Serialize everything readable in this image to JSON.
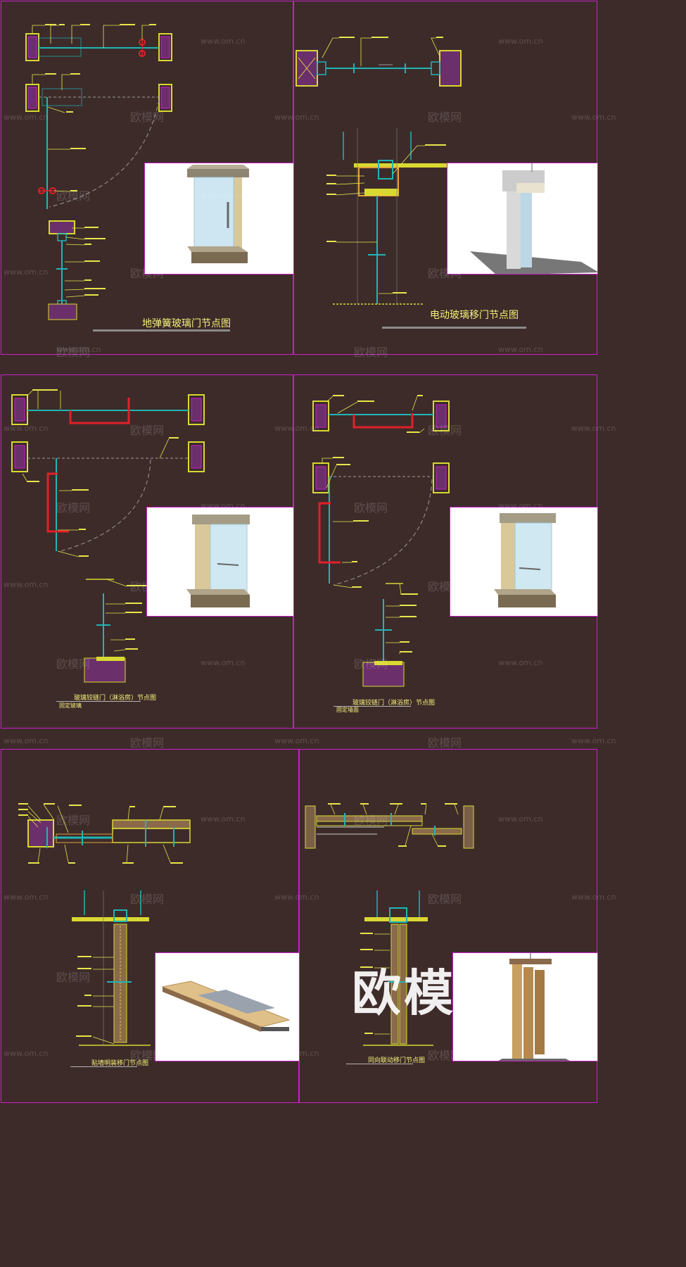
{
  "panels": [
    {
      "id": "floor-spring",
      "title": "地弹簧玻璃门节点图"
    },
    {
      "id": "electric-sliding",
      "title": "电动玻璃移门节点图"
    },
    {
      "id": "hinged-shower-fixed",
      "title": "玻璃铰链门（淋浴房）节点图",
      "subtitle": "固定玻璃"
    },
    {
      "id": "hinged-shower-wall",
      "title": "玻璃铰链门（淋浴房）节点图",
      "subtitle": "固定墙面"
    },
    {
      "id": "wall-sliding",
      "title": "贴墙明装移门节点图"
    },
    {
      "id": "linked-sliding",
      "title": "同向联动移门节点图"
    }
  ],
  "watermarks": {
    "brand": "欧模网",
    "url": "www.om.cn",
    "big": "欧模"
  },
  "colors": {
    "background": "#3d2b2a",
    "frame": "#c81fc8",
    "label": "#f5f07a",
    "glass": "#1fb5b5",
    "handle": "#e0202a"
  }
}
